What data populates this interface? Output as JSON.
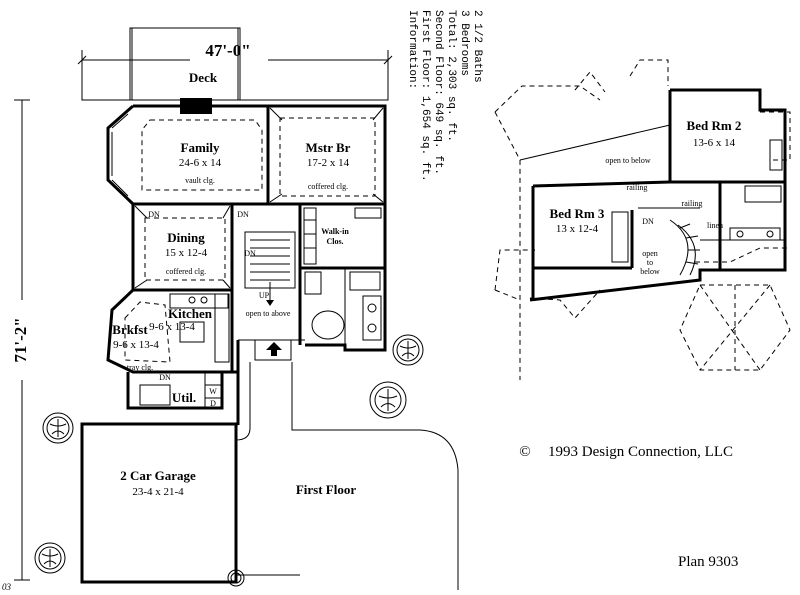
{
  "dimensions": {
    "width": "47'-0\"",
    "depth": "71'-2\""
  },
  "info": {
    "heading": "Information:",
    "lines": [
      "First Floor:   1,654 sq. ft.",
      "Second Floor:   649 sq. ft.",
      "Total:  2,303 sq. ft.",
      "3 Bedrooms",
      "2 1/2 Baths"
    ]
  },
  "first_floor": {
    "label": "First Floor",
    "rooms": {
      "deck": "Deck",
      "family": {
        "name": "Family",
        "size": "24-6 x 14",
        "note": "vault clg."
      },
      "master": {
        "name": "Mstr Br",
        "size": "17-2 x 14",
        "note": "coffered clg."
      },
      "dining": {
        "name": "Dining",
        "size": "15 x 12-4",
        "note": "coffered clg."
      },
      "walkin": {
        "name": "Walk-in",
        "name2": "Clos."
      },
      "kitchen": {
        "name": "Kitchen",
        "size": "9-6 x 13-4"
      },
      "breakfast": {
        "name": "Brkfst",
        "size": "9-6 x 13-4",
        "note": "tray clg."
      },
      "open_above": "open to above",
      "util": "Util.",
      "garage": {
        "name": "2 Car Garage",
        "size": "23-4 x 21-4"
      }
    },
    "marks": {
      "dn": "DN",
      "up": "UP",
      "w": "W",
      "d": "D"
    }
  },
  "second_floor": {
    "rooms": {
      "bed2": {
        "name": "Bed Rm 2",
        "size": "13-6 x 14"
      },
      "bed3": {
        "name": "Bed Rm 3",
        "size": "13 x 12-4"
      },
      "open_below": "open to below",
      "open_below_stair": [
        "open",
        "to",
        "below"
      ],
      "railing": "railing",
      "linen": "linen",
      "dn": "DN"
    }
  },
  "copyright": "1993 Design Connection, LLC",
  "copyright_symbol": "©",
  "plan": "Plan 9303",
  "corner": "03"
}
